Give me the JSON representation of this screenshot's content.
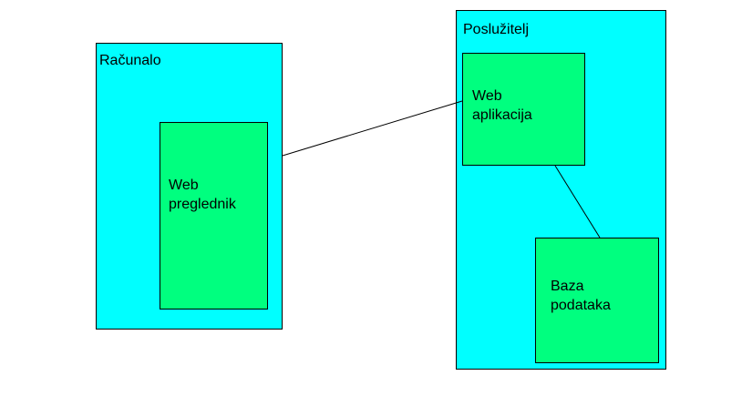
{
  "colors": {
    "container_fill": "#00ffff",
    "component_fill": "#00ff7f",
    "border": "#000000",
    "background": "#ffffff"
  },
  "nodes": {
    "racunalo": {
      "label": "Računalo"
    },
    "web_preglednik": {
      "line1": "Web",
      "line2": "preglednik"
    },
    "posluzitelj": {
      "label": "Poslužitelj"
    },
    "web_aplikacija": {
      "line1": "Web",
      "line2": "aplikacija"
    },
    "baza_podataka": {
      "line1": "Baza",
      "line2": "podataka"
    }
  },
  "edges": [
    {
      "from": "racunalo",
      "to": "web_aplikacija"
    },
    {
      "from": "web_aplikacija",
      "to": "baza_podataka"
    }
  ]
}
